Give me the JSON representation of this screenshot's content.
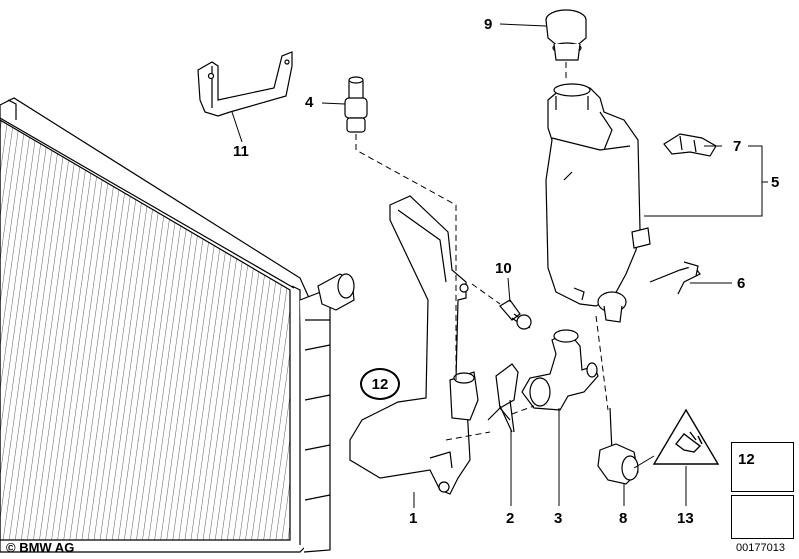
{
  "callouts": {
    "n1": "1",
    "n2": "2",
    "n3": "3",
    "n4": "4",
    "n5": "5",
    "n6": "6",
    "n7": "7",
    "n8": "8",
    "n9": "9",
    "n10": "10",
    "n11": "11",
    "n12_circled": "12",
    "n12_box": "12",
    "n13": "13"
  },
  "footer": {
    "copyright": "© BMW AG",
    "document_number": "00177013"
  },
  "colors": {
    "line": "#000000",
    "background": "#ffffff",
    "part_fill": "#ffffff"
  }
}
